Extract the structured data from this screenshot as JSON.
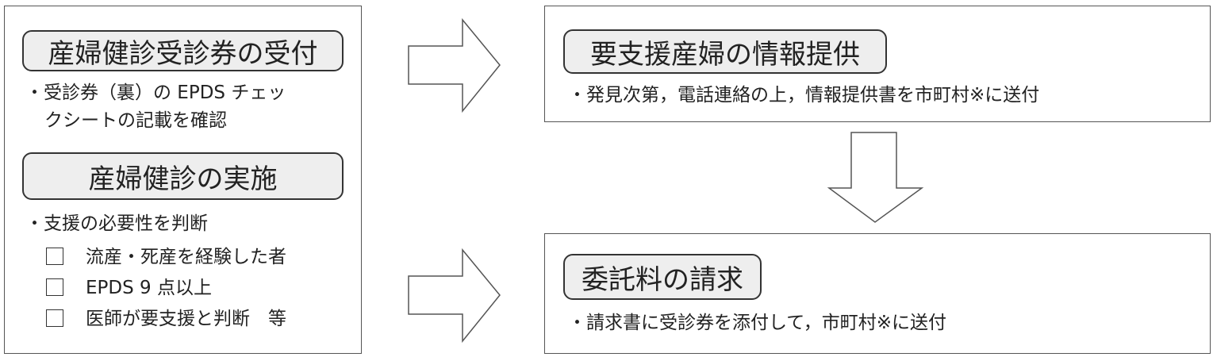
{
  "left": {
    "header1": "産婦健診受診券の受付",
    "text1_line1": "・受診券（裏）の EPDS チェッ",
    "text1_line2": "クシートの記載を確認",
    "header2": "産婦健診の実施",
    "text2": "・支援の必要性を判断",
    "checks": [
      "流産・死産を経験した者",
      "EPDS 9 点以上",
      "医師が要支援と判断　等"
    ]
  },
  "top_right": {
    "header": "要支援産婦の情報提供",
    "text": "・発見次第，電話連絡の上，情報提供書を市町村※に送付"
  },
  "bottom_right": {
    "header": "委託料の請求",
    "text": "・請求書に受診券を添付して，市町村※に送付"
  }
}
